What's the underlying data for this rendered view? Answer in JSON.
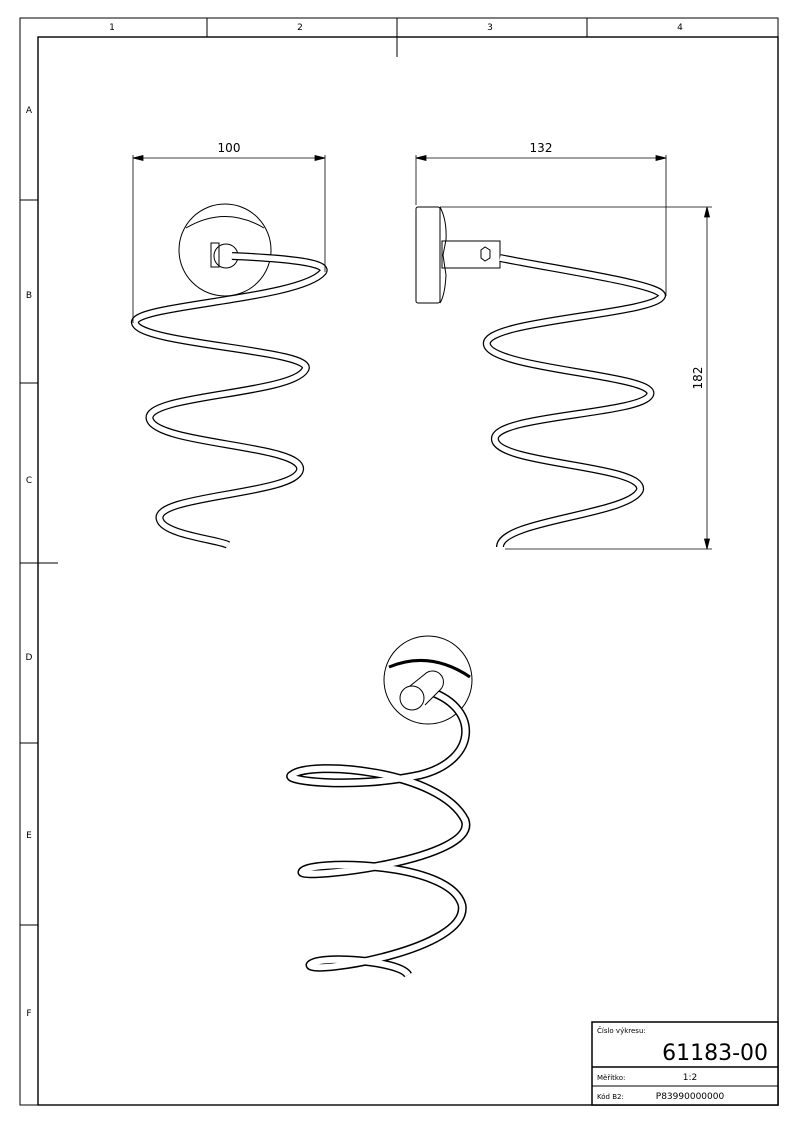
{
  "zones": {
    "columns": [
      "1",
      "2",
      "3",
      "4"
    ],
    "rows": [
      "A",
      "B",
      "C",
      "D",
      "E",
      "F"
    ]
  },
  "dimensions": {
    "front_width": "100",
    "side_depth": "132",
    "side_height": "182"
  },
  "title_block": {
    "drawing_number_label": "Číslo výkresu:",
    "drawing_number": "61183-00",
    "scale_label": "Měřítko:",
    "scale": "1:2",
    "code_label": "Kód B2:",
    "code": "P83990000000"
  }
}
